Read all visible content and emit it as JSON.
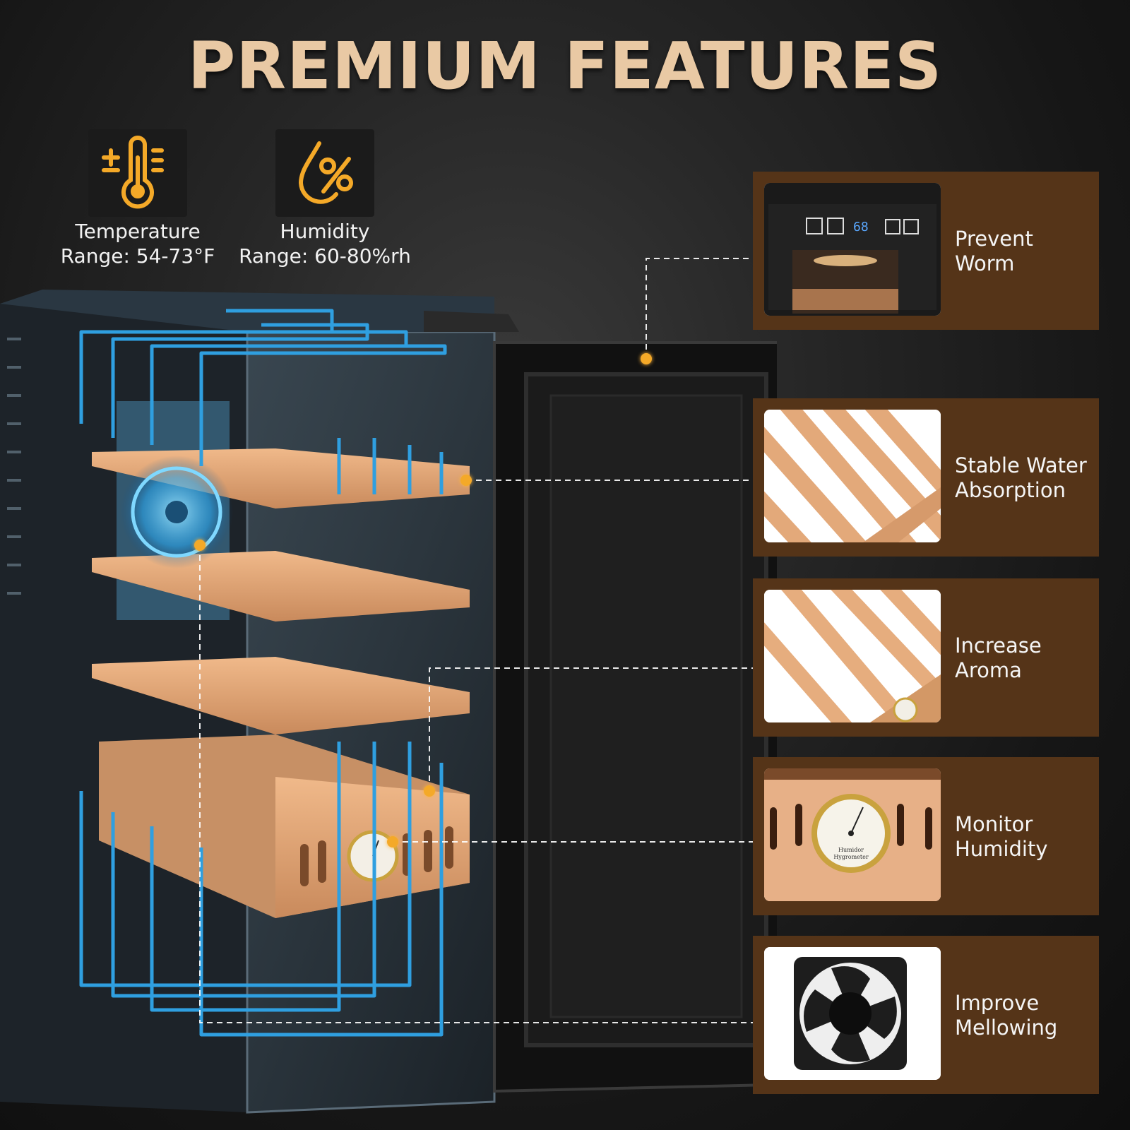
{
  "title": "PREMIUM FEATURES",
  "specs": [
    {
      "label": "Temperature",
      "value": "Range: 54-73°F",
      "icon": "thermometer-icon"
    },
    {
      "label": "Humidity",
      "value": "Range: 60-80%rh",
      "icon": "humidity-drop-icon"
    }
  ],
  "features": [
    {
      "label": "Prevent Worm",
      "thumb": "control-panel"
    },
    {
      "label": "Stable Water Absorption",
      "thumb": "cedar-shelf"
    },
    {
      "label": "Increase Aroma",
      "thumb": "cedar-drawer"
    },
    {
      "label": "Monitor Humidity",
      "thumb": "hygrometer"
    },
    {
      "label": "Improve Mellowing",
      "thumb": "fan"
    }
  ],
  "panel": {
    "display": "68",
    "hygro_top": "Humidor",
    "hygro_bottom": "Hygrometer"
  },
  "colors": {
    "accent_gold": "#f4a928",
    "card_brown": "#553418",
    "airflow_blue": "#2f9fe0"
  }
}
